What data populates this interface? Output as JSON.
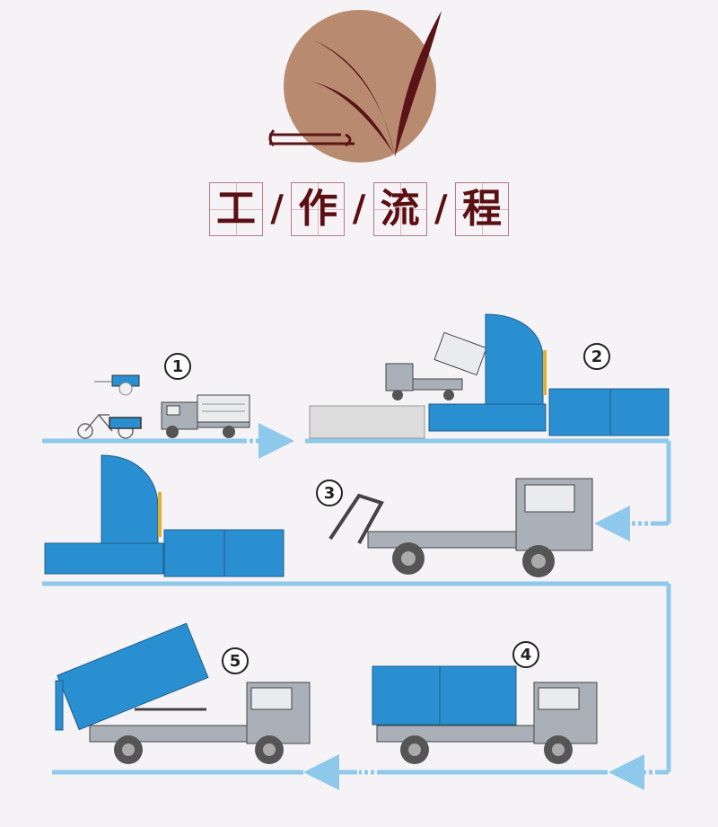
{
  "title": {
    "chars": [
      "工",
      "作",
      "流",
      "程"
    ],
    "separator": "/"
  },
  "steps": [
    {
      "label": "①",
      "number": "1"
    },
    {
      "label": "②",
      "number": "2"
    },
    {
      "label": "③",
      "number": "3"
    },
    {
      "label": "④",
      "number": "4"
    },
    {
      "label": "⑤",
      "number": "5"
    }
  ],
  "colors": {
    "background": "#f6f3f6",
    "logo_circle": "#b88a70",
    "logo_leaf": "#5a1418",
    "title_text": "#5a0f12",
    "flow_line": "#8ec8ea",
    "container_blue": "#2a8fd0",
    "truck_gray": "#a9b0b8"
  }
}
